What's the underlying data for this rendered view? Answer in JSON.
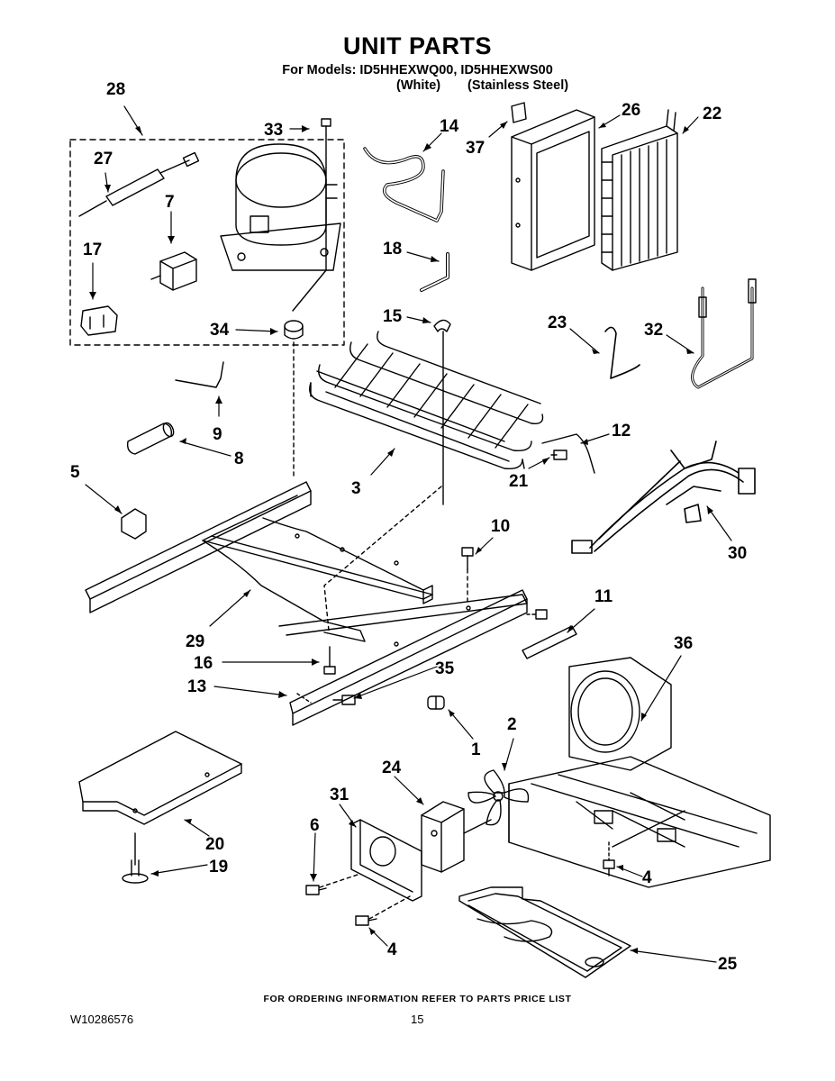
{
  "header": {
    "title": "UNIT PARTS",
    "models": "For Models: ID5HHEXWQ00, ID5HHEXWS00",
    "variant_white": "(White)",
    "variant_stainless": "(Stainless Steel)"
  },
  "callouts": [
    "28",
    "33",
    "14",
    "37",
    "26",
    "22",
    "27",
    "7",
    "17",
    "18",
    "34",
    "15",
    "23",
    "32",
    "9",
    "8",
    "12",
    "5",
    "21",
    "3",
    "30",
    "10",
    "11",
    "29",
    "36",
    "16",
    "35",
    "13",
    "1",
    "2",
    "24",
    "31",
    "6",
    "20",
    "19",
    "4",
    "4",
    "25"
  ],
  "footer": {
    "ordering_note": "FOR ORDERING INFORMATION REFER TO PARTS PRICE LIST",
    "doc_id": "W10286576",
    "page_number": "15"
  }
}
